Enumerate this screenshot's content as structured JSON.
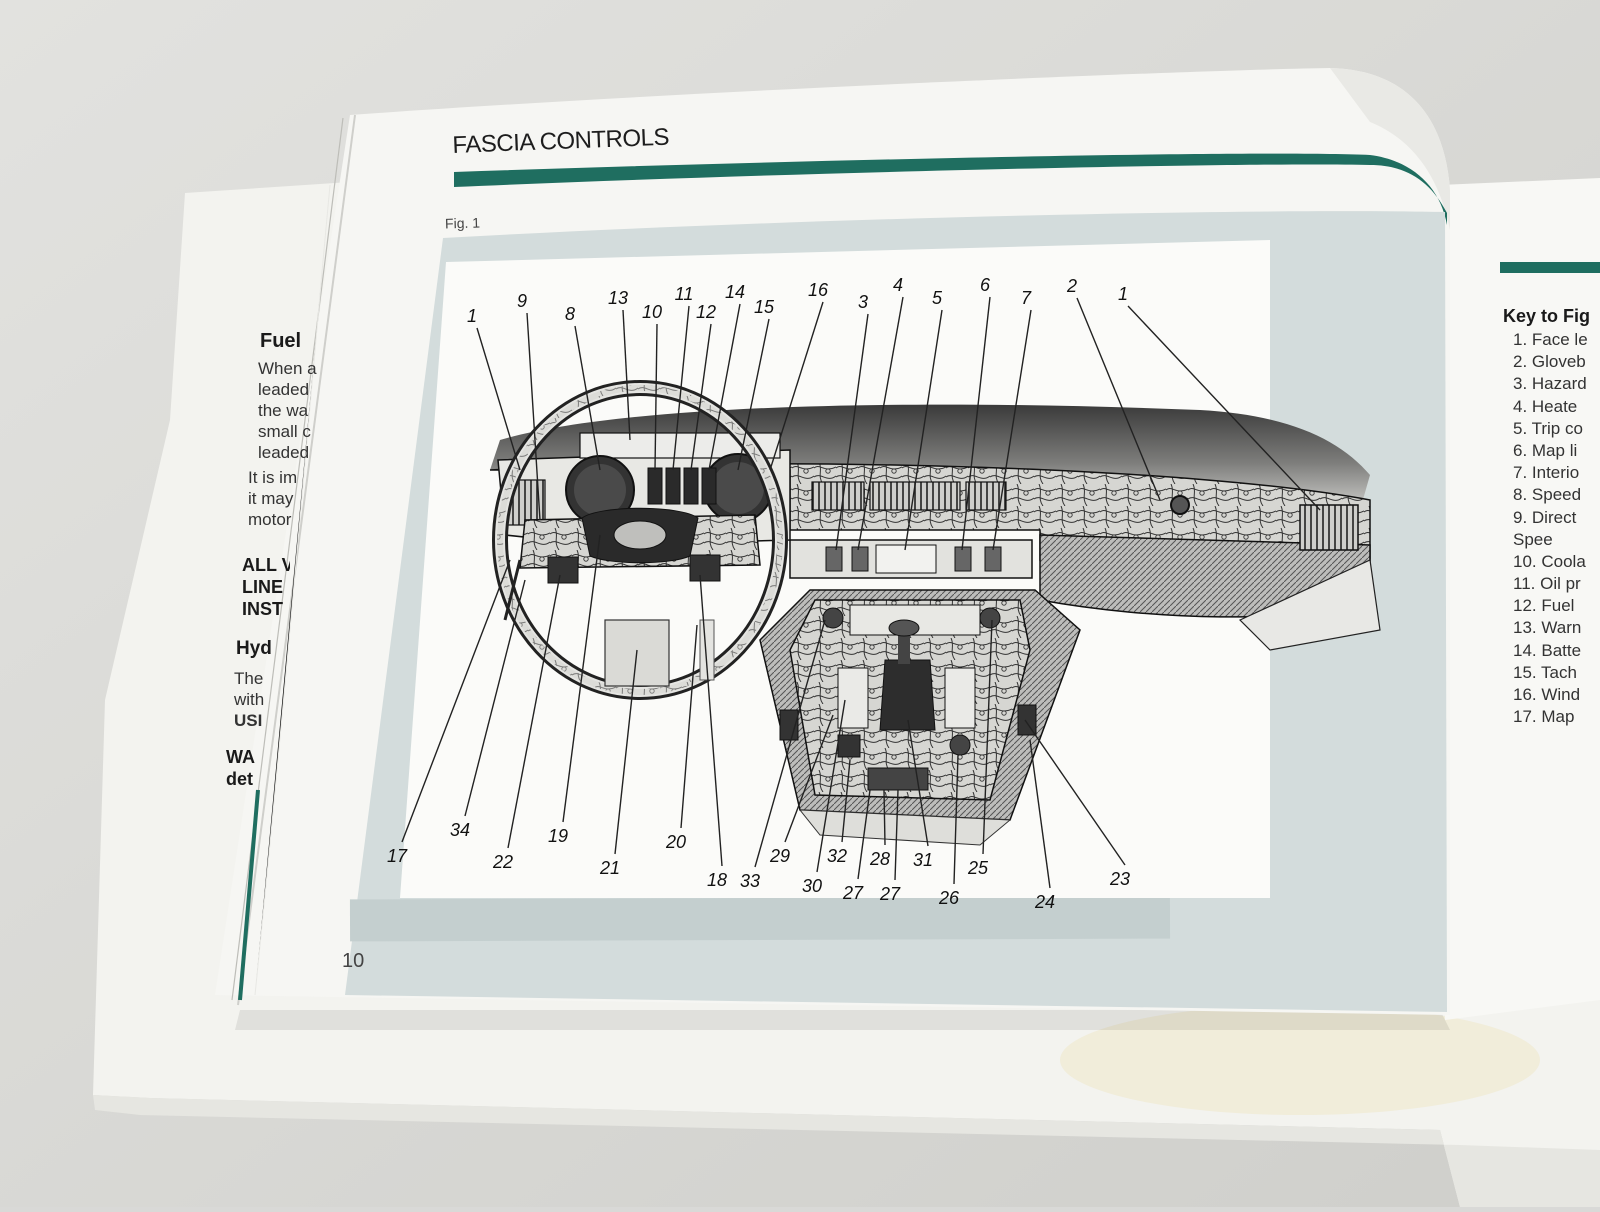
{
  "left_page": {
    "title": "Fuel",
    "body_lines": [
      "When a",
      "leaded",
      "the wa",
      "small c",
      "leaded"
    ],
    "body2_lines": [
      "It is im",
      "it may",
      "motor"
    ],
    "caps_lines": [
      "ALL V",
      "LINE",
      "INST"
    ],
    "hyd_title": "Hyd",
    "hyd_lines": [
      "The",
      "with",
      "USI"
    ],
    "warn_lines": [
      "WA",
      "det"
    ]
  },
  "main_page": {
    "heading": "FASCIA CONTROLS",
    "figure_label": "Fig. 1",
    "page_number": "10",
    "accent_color": "#1f6e60",
    "callouts": [
      "1",
      "9",
      "8",
      "13",
      "10",
      "11",
      "12",
      "14",
      "15",
      "16",
      "3",
      "4",
      "5",
      "6",
      "7",
      "2",
      "1",
      "17",
      "34",
      "22",
      "19",
      "21",
      "20",
      "18",
      "33",
      "29",
      "30",
      "32",
      "27",
      "28",
      "27",
      "31",
      "26",
      "25",
      "24",
      "23"
    ]
  },
  "right_page": {
    "key_title": "Key to Fig",
    "key_items": [
      "1.  Face le",
      "2.  Gloveb",
      "3.  Hazard",
      "4.  Heate",
      "5.  Trip co",
      "6.  Map li",
      "7.  Interio",
      "8.  Speed",
      "9.  Direct",
      "     Spee",
      "10.  Coola",
      "11.  Oil pr",
      "12.  Fuel",
      "13.  Warn",
      "14.  Batte",
      "15.  Tach",
      "16.  Wind",
      "17.  Map"
    ]
  }
}
